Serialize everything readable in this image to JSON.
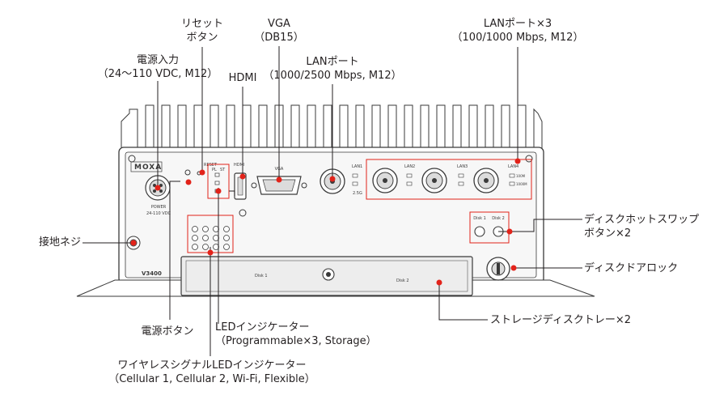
{
  "device": {
    "brand_logo": "MOXA",
    "model": "V3400",
    "port_labels": {
      "reset": "RESET",
      "pl": "PL",
      "st": "ST",
      "hdmi": "HDMI",
      "vga": "VGA",
      "lan1": "LAN1",
      "lan2": "LAN2",
      "lan3": "LAN3",
      "lan4": "LAN4",
      "power": "POWER",
      "power_spec": "24-110 VDC",
      "speed_10g": "2.5G",
      "speed_100m": "100M",
      "speed_1000m": "1000M",
      "disk1_button": "Disk 1",
      "disk2_button": "Disk 2",
      "tray_disk1": "Disk 1",
      "tray_disk2": "Disk 2"
    }
  },
  "callouts": {
    "reset_button": {
      "line1": "リセット",
      "line2": "ボタン"
    },
    "vga": {
      "line1": "VGA",
      "line2": "（DB15）"
    },
    "lan_ports_x3": {
      "line1": "LANポート×3",
      "line2": "（100/1000 Mbps, M12）"
    },
    "power_input": {
      "line1": "電源入力",
      "line2": "（24～110 VDC, M12）"
    },
    "hdmi": {
      "line1": "HDMI"
    },
    "lan_port": {
      "line1": "LANポート",
      "line2": "（1000/2500 Mbps, M12）"
    },
    "ground_screw": {
      "line1": "接地ネジ"
    },
    "disk_hotswap": {
      "line1": "ディスクホットスワップ",
      "line2": "ボタン×2"
    },
    "disk_door_lock": {
      "line1": "ディスクドアロック"
    },
    "power_button": {
      "line1": "電源ボタン"
    },
    "led_indicators": {
      "line1": "LEDインジケーター",
      "line2": "（Programmable×3, Storage）"
    },
    "storage_tray": {
      "line1": "ストレージディスクトレー×2"
    },
    "wireless_leds": {
      "line1": "ワイヤレスシグナルLEDインジケーター",
      "line2": "（Cellular 1, Cellular 2, Wi-Fi, Flexible）"
    }
  },
  "colors": {
    "callout_dot": "#e2231a",
    "callout_line": "#231f20",
    "highlight_box": "#e2231a",
    "chassis_stroke": "#3a3a3a",
    "chassis_fill": "#ffffff",
    "panel_fill": "#f7f7f7",
    "tray_fill": "#ededed"
  }
}
